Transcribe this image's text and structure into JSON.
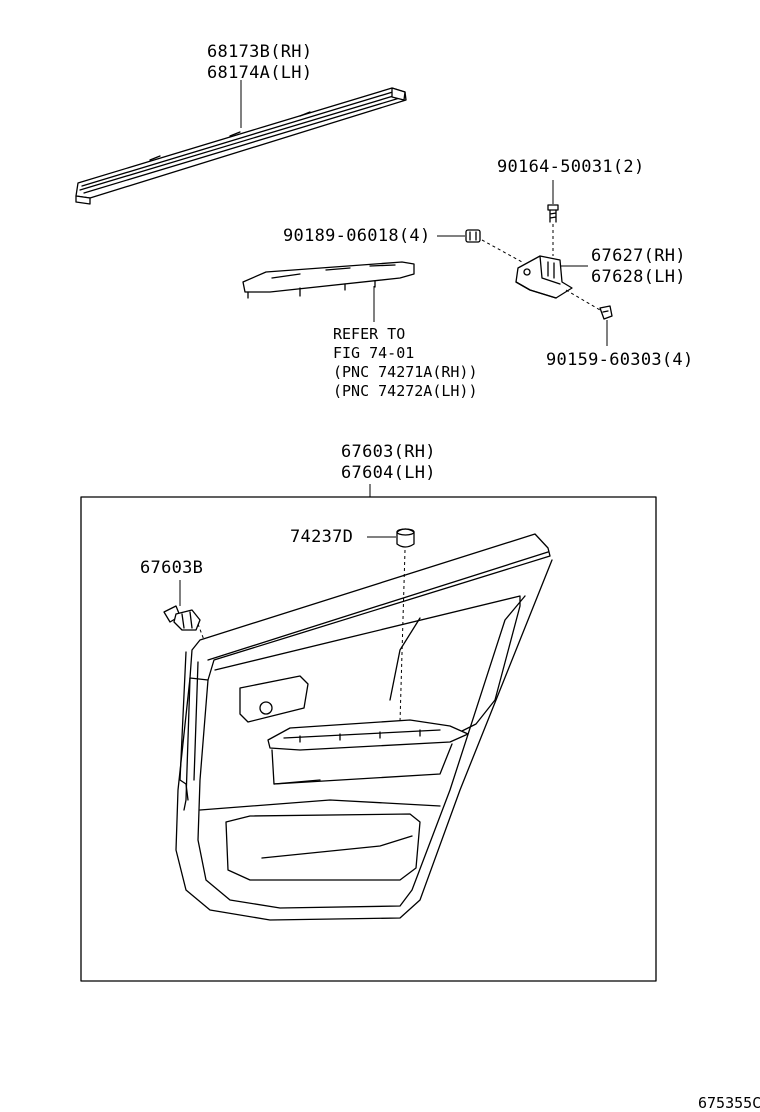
{
  "labels": {
    "belt_moulding": [
      "68173B(RH)",
      "68174A(LH)"
    ],
    "screw_upper": "90164-50031(2)",
    "clip_nut": "90189-06018(4)",
    "bracket": [
      "67627(RH)",
      "67628(LH)"
    ],
    "screw_lower": "90159-60303(4)",
    "refer": [
      "REFER TO",
      "FIG 74-01",
      "(PNC 74271A(RH))",
      "(PNC 74272A(LH))"
    ],
    "trim_board": [
      "67603(RH)",
      "67604(LH)"
    ],
    "cap": "74237D",
    "clip": "67603B",
    "figure_id": "675355C"
  }
}
